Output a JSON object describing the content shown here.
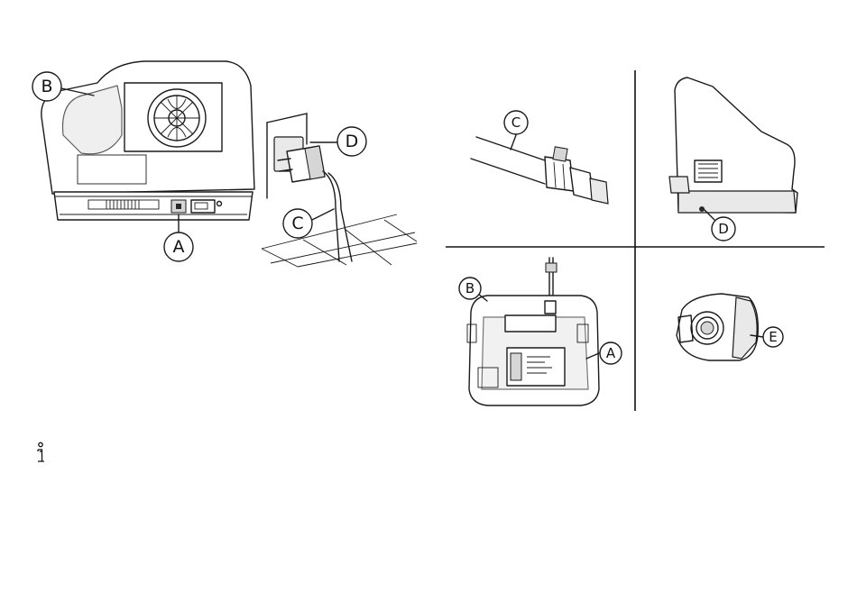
{
  "callouts": {
    "panel1": {
      "A": "A",
      "B": "B",
      "C": "C",
      "D": "D"
    },
    "panel2": {
      "C": "C",
      "D": "D"
    },
    "panel3": {
      "A": "A",
      "B": "B"
    },
    "panel4": {
      "E": "E"
    }
  },
  "icons": {
    "info": "info-icon"
  },
  "colors": {
    "line": "#1a1a1a",
    "background": "#ffffff"
  }
}
